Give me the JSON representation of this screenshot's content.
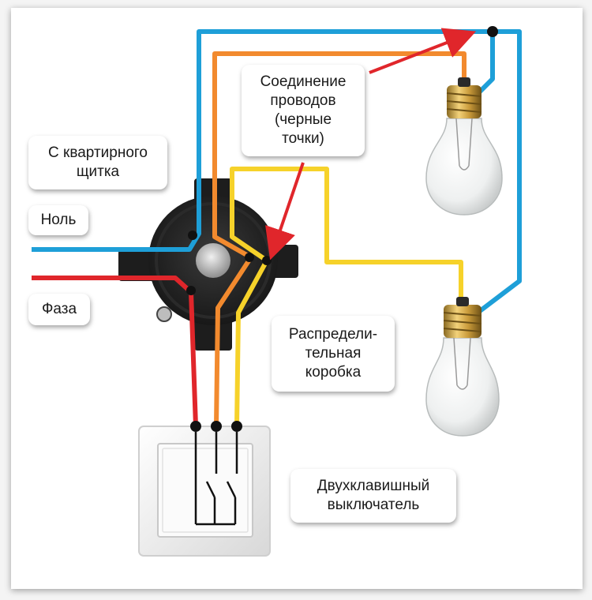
{
  "labels": {
    "connection": "Соединение\nпроводов\n(черные\nточки)",
    "panel": "С квартирного\nщитка",
    "neutral": "Ноль",
    "phase": "Фаза",
    "junction_box": "Распредели-\nтельная\nкоробка",
    "switch": "Двухклавишный\nвыключатель"
  },
  "colors": {
    "neutral_wire": "#1e9fd8",
    "phase_wire": "#e0262b",
    "lamp1_wire": "#f28a2e",
    "lamp2_wire": "#f6d22a",
    "pointer_arrow": "#e0262b",
    "junction_dot": "#111111"
  }
}
